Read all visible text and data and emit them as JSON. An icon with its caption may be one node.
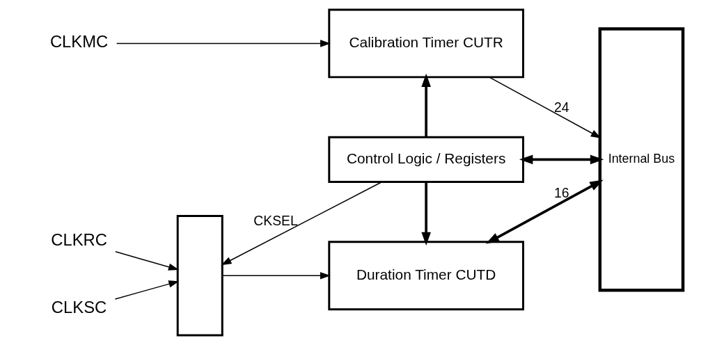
{
  "diagram": {
    "nodes": [
      {
        "text": [
          "CLKMC"
        ]
      },
      {
        "text": [
          "Calibration Timer CUTR"
        ]
      },
      {
        "text": [
          "Internal Bus"
        ]
      },
      {
        "text": [
          "Control Logic / Registers"
        ]
      },
      {
        "text": [
          "CLKRC"
        ]
      },
      {
        "text": [
          "CLKSC"
        ]
      },
      {
        "text": [],
        "shape": "trapezoid"
      },
      {
        "text": [
          "Duration Timer CUTD"
        ]
      }
    ],
    "edges": [
      {
        "from": 0,
        "to": 1,
        "arrow": "to"
      },
      {
        "from": 1,
        "to": 2,
        "arrow": "to",
        "label": "24"
      },
      {
        "from": 3,
        "to": 1,
        "arrow": "to",
        "style": "thick"
      },
      {
        "from": 3,
        "to": 2,
        "arrow": "both",
        "style": "thick"
      },
      {
        "from": 3,
        "to": 7,
        "arrow": "to",
        "style": "thick"
      },
      {
        "from": 3,
        "to": 6,
        "arrow": "to",
        "label": "CKSEL"
      },
      {
        "from": 4,
        "to": 6,
        "arrow": "to"
      },
      {
        "from": 5,
        "to": 6,
        "arrow": "to"
      },
      {
        "from": 6,
        "to": 7,
        "arrow": "to"
      },
      {
        "from": 7,
        "to": 2,
        "arrow": "both",
        "style": "thick",
        "label": "16"
      }
    ]
  }
}
